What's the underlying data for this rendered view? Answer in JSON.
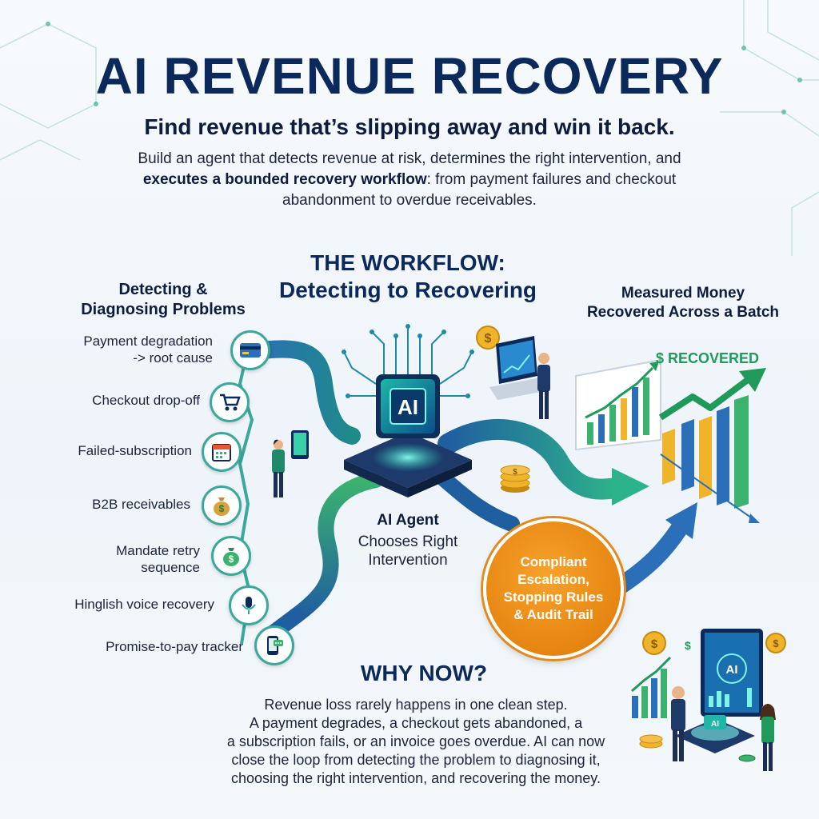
{
  "header": {
    "title": "AI REVENUE RECOVERY",
    "subtitle": "Find revenue that’s slipping away and win it back.",
    "description_part1": "Build an agent that detects revenue at risk, determines the right intervention, and ",
    "description_bold": "executes a bounded recovery workflow",
    "description_part2": ": from payment failures and checkout abandonment to overdue receivables."
  },
  "workflow": {
    "title_line1": "THE WORKFLOW:",
    "title_line2": "Detecting to Recovering"
  },
  "detecting": {
    "title_line1": "Detecting &",
    "title_line2": "Diagnosing Problems",
    "items": [
      {
        "label_line1": "Payment degradation",
        "label_line2": "-> root cause",
        "icon": "credit-card-icon"
      },
      {
        "label_line1": "Checkout drop-off",
        "label_line2": "",
        "icon": "shopping-cart-icon"
      },
      {
        "label_line1": "Failed-subscription",
        "label_line2": "",
        "icon": "calendar-icon"
      },
      {
        "label_line1": "B2B receivables",
        "label_line2": "",
        "icon": "money-bag-icon"
      },
      {
        "label_line1": "Mandate retry",
        "label_line2": "sequence",
        "icon": "money-bag-icon"
      },
      {
        "label_line1": "Hinglish voice recovery",
        "label_line2": "",
        "icon": "microphone-icon"
      },
      {
        "label_line1": "Promise-to-pay tracker",
        "label_line2": "",
        "icon": "phone-chat-icon"
      }
    ]
  },
  "agent": {
    "chip_label": "AI",
    "title": "AI Agent",
    "subtitle_line1": "Chooses Right",
    "subtitle_line2": "Intervention"
  },
  "compliance": {
    "line1": "Compliant",
    "line2": "Escalation,",
    "line3": "Stopping Rules",
    "line4": "& Audit Trail"
  },
  "measured": {
    "title_line1": "Measured Money",
    "title_line2": "Recovered Across a Batch",
    "badge": "$ RECOVERED"
  },
  "why_now": {
    "title": "WHY NOW?",
    "line1": "Revenue loss rarely happens in one clean step.",
    "line2": "A payment degrades, a checkout gets abandoned, a",
    "line3": "a subscription fails, or an invoice goes overdue. AI can now",
    "line4": "close the loop from detecting the problem to diagnosing it,",
    "line5": "choosing the right intervention, and recovering the money."
  },
  "illustration": {
    "screen_chip_label": "AI",
    "small_chip_label": "AI"
  },
  "colors": {
    "navy": "#0b2a5b",
    "teal": "#3aa89a",
    "green": "#1f9a5a",
    "orange": "#e68512",
    "blue": "#2a6fb8"
  }
}
